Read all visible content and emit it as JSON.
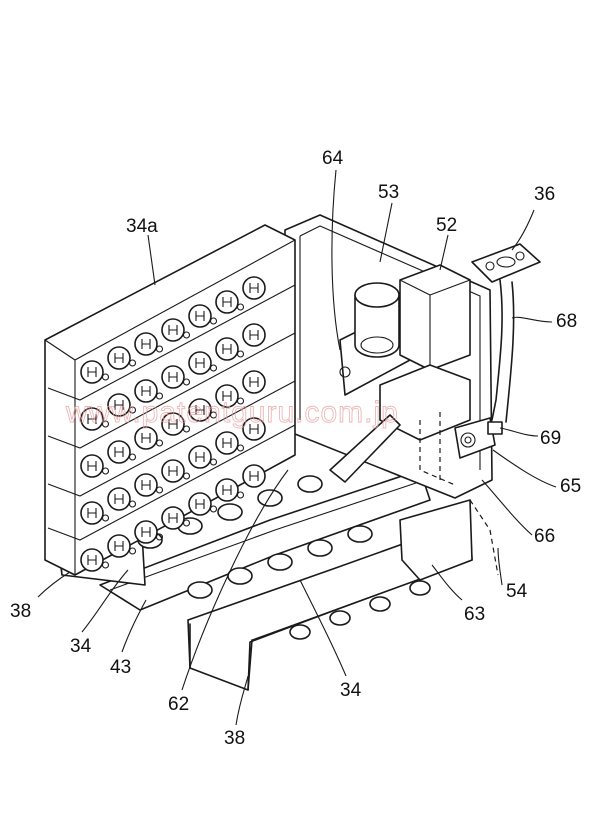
{
  "watermark": "www.patentguru.com.jp",
  "refs": [
    {
      "id": "64",
      "text": "64"
    },
    {
      "id": "53",
      "text": "53"
    },
    {
      "id": "36",
      "text": "36"
    },
    {
      "id": "34a",
      "text": "34a"
    },
    {
      "id": "52",
      "text": "52"
    },
    {
      "id": "68",
      "text": "68"
    },
    {
      "id": "69",
      "text": "69"
    },
    {
      "id": "65",
      "text": "65"
    },
    {
      "id": "66",
      "text": "66"
    },
    {
      "id": "38a",
      "text": "38"
    },
    {
      "id": "54",
      "text": "54"
    },
    {
      "id": "63",
      "text": "63"
    },
    {
      "id": "34b",
      "text": "34"
    },
    {
      "id": "43",
      "text": "43"
    },
    {
      "id": "34c",
      "text": "34"
    },
    {
      "id": "62",
      "text": "62"
    },
    {
      "id": "38b",
      "text": "38"
    }
  ]
}
